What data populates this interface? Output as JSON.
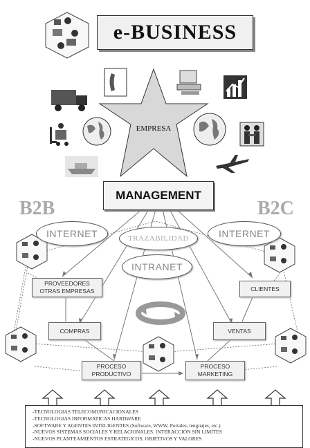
{
  "title": "e-BUSINESS",
  "center": "EMPRESA",
  "management": "MANAGEMENT",
  "b2b": "B2B",
  "b2c": "B2C",
  "ellipses": {
    "internet_left": "INTERNET",
    "trazabilidad": "TRAZABILIDAD",
    "internet_right": "INTERNET",
    "intranet": "INTRANET"
  },
  "boxes": {
    "proveedores": "PROVEEDORES\nOTRAS EMPRESAS",
    "clientes": "CLIENTES",
    "compras": "COMPRAS",
    "ventas": "VENTAS",
    "proceso_productivo": "PROCESO\nPRODUCTIVO",
    "proceso_marketing": "PROCESO\nMARKETING"
  },
  "bottom_lines": [
    "-TECNOLOGIAS TELECOMUNICACIONALES",
    "-TECNOLOGIAS INFORMATICAS HARDWARE",
    "-SOFTWARE Y AGENTES INTELIGENTES (Software, WWW, Portales, lenguajes, etc.)",
    "-NUEVOS SISTEMAS SOCIALES Y RELACIONALES. INTERACCIÓN SIN LIMITES",
    "-NUEVOS PLANTEAMIENTOS ESTRATEGICOS, OBJETIVOS Y VALORES"
  ],
  "icons": [
    "hexagon-people-icon",
    "phone-icon",
    "computer-icon",
    "chart-icon",
    "truck-icon",
    "globe-icon",
    "forklift-icon",
    "handshake-icon",
    "ship-icon",
    "airplane-icon",
    "cycle-arrows-icon",
    "up-arrow-icon"
  ]
}
